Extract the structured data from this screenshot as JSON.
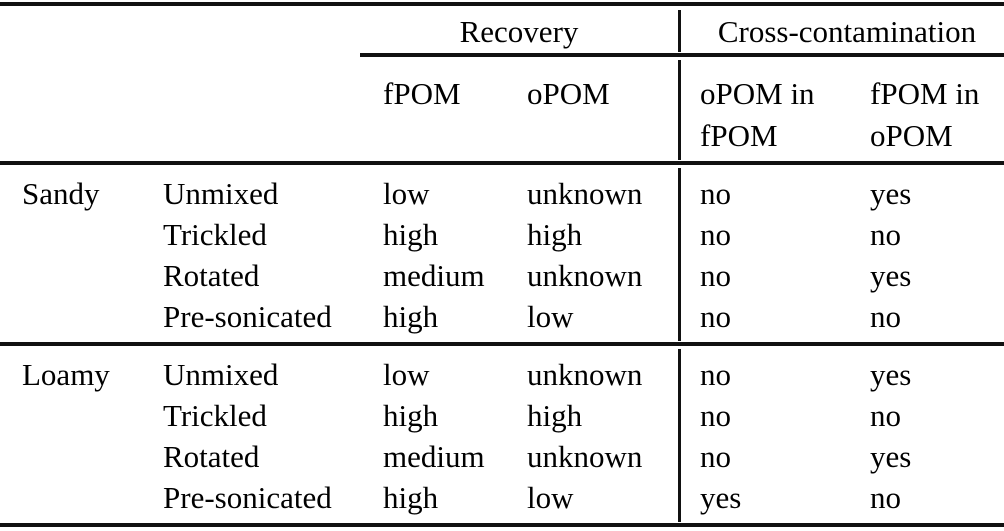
{
  "table": {
    "group_headers": [
      {
        "label": "Recovery",
        "spans": [
          "fPOM",
          "oPOM"
        ]
      },
      {
        "label": "Cross-contamination",
        "spans": [
          "oPOM in fPOM",
          "fPOM in oPOM"
        ]
      }
    ],
    "column_headers": {
      "soil": "",
      "treatment": "",
      "recovery_fpom": "fPOM",
      "recovery_opom": "oPOM",
      "cross_opom_in_fpom_line1": "oPOM in",
      "cross_opom_in_fpom_line2": "fPOM",
      "cross_fpom_in_opom_line1": "fPOM in",
      "cross_fpom_in_opom_line2": "oPOM"
    },
    "blocks": [
      {
        "soil": "Sandy",
        "rows": [
          {
            "treatment": "Unmixed",
            "recovery_fpom": "low",
            "recovery_opom": "unknown",
            "opom_in_fpom": "no",
            "fpom_in_opom": "yes"
          },
          {
            "treatment": "Trickled",
            "recovery_fpom": "high",
            "recovery_opom": "high",
            "opom_in_fpom": "no",
            "fpom_in_opom": "no"
          },
          {
            "treatment": "Rotated",
            "recovery_fpom": "medium",
            "recovery_opom": "unknown",
            "opom_in_fpom": "no",
            "fpom_in_opom": "yes"
          },
          {
            "treatment": "Pre-sonicated",
            "recovery_fpom": "high",
            "recovery_opom": "low",
            "opom_in_fpom": "no",
            "fpom_in_opom": "no"
          }
        ]
      },
      {
        "soil": "Loamy",
        "rows": [
          {
            "treatment": "Unmixed",
            "recovery_fpom": "low",
            "recovery_opom": "unknown",
            "opom_in_fpom": "no",
            "fpom_in_opom": "yes"
          },
          {
            "treatment": "Trickled",
            "recovery_fpom": "high",
            "recovery_opom": "high",
            "opom_in_fpom": "no",
            "fpom_in_opom": "no"
          },
          {
            "treatment": "Rotated",
            "recovery_fpom": "medium",
            "recovery_opom": "unknown",
            "opom_in_fpom": "no",
            "fpom_in_opom": "yes"
          },
          {
            "treatment": "Pre-sonicated",
            "recovery_fpom": "high",
            "recovery_opom": "low",
            "opom_in_fpom": "yes",
            "fpom_in_opom": "no"
          }
        ]
      }
    ],
    "colors": {
      "rule": "#111111",
      "text": "#000000",
      "background": "#ffffff"
    }
  }
}
